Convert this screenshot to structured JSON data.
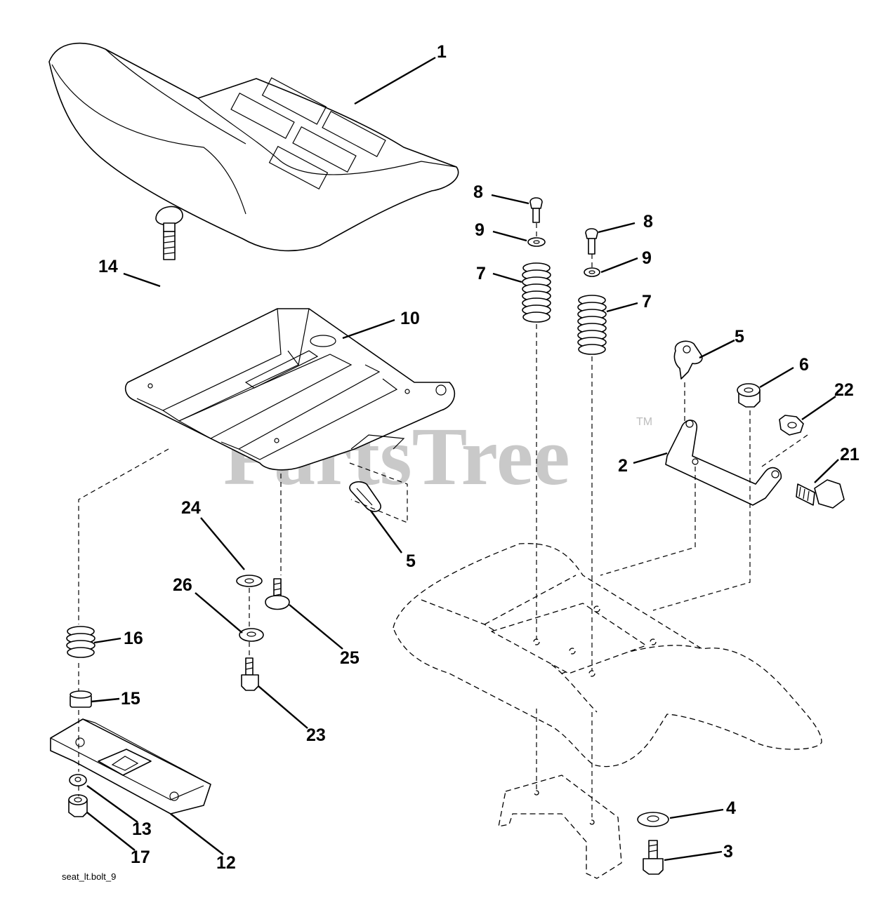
{
  "watermark": {
    "text": "PartsTree",
    "trademark": "TM"
  },
  "caption": "seat_lt.bolt_9",
  "callouts": [
    {
      "id": "c1",
      "text": "1"
    },
    {
      "id": "c14",
      "text": "14"
    },
    {
      "id": "c10",
      "text": "10"
    },
    {
      "id": "c8a",
      "text": "8"
    },
    {
      "id": "c9a",
      "text": "9"
    },
    {
      "id": "c7a",
      "text": "7"
    },
    {
      "id": "c8b",
      "text": "8"
    },
    {
      "id": "c9b",
      "text": "9"
    },
    {
      "id": "c7b",
      "text": "7"
    },
    {
      "id": "c5a",
      "text": "5"
    },
    {
      "id": "c6",
      "text": "6"
    },
    {
      "id": "c22",
      "text": "22"
    },
    {
      "id": "c2",
      "text": "2"
    },
    {
      "id": "c21",
      "text": "21"
    },
    {
      "id": "c5b",
      "text": "5"
    },
    {
      "id": "c24",
      "text": "24"
    },
    {
      "id": "c26",
      "text": "26"
    },
    {
      "id": "c25",
      "text": "25"
    },
    {
      "id": "c16",
      "text": "16"
    },
    {
      "id": "c15",
      "text": "15"
    },
    {
      "id": "c23",
      "text": "23"
    },
    {
      "id": "c13",
      "text": "13"
    },
    {
      "id": "c17",
      "text": "17"
    },
    {
      "id": "c12",
      "text": "12"
    },
    {
      "id": "c4",
      "text": "4"
    },
    {
      "id": "c3",
      "text": "3"
    }
  ]
}
